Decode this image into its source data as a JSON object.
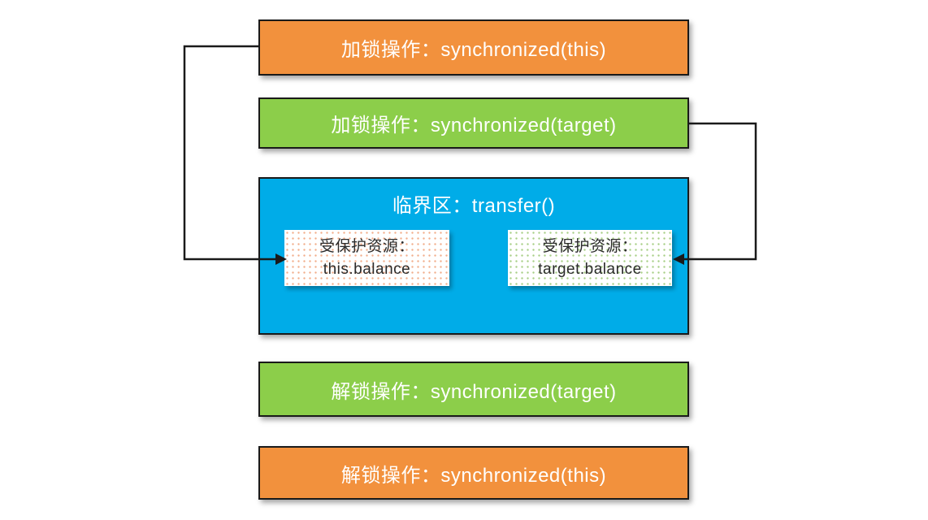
{
  "colors": {
    "orange": "#F2913D",
    "green": "#8CCE4A",
    "blue": "#00ACE8",
    "line": "#1A1A1A",
    "box_text": "#FFFFFF",
    "resource_text": "#2B2B2B",
    "resource_dot_left": "#F2AE8C",
    "resource_dot_right": "#A8CF86",
    "background": "#FFFFFF"
  },
  "boxes": {
    "lock_this": {
      "label": "加锁操作：synchronized(this)"
    },
    "lock_target": {
      "label": "加锁操作：synchronized(target)"
    },
    "critical": {
      "title": "临界区：transfer()"
    },
    "resource_this": {
      "line1": "受保护资源：",
      "line2": "this.balance"
    },
    "resource_target": {
      "line1": "受保护资源：",
      "line2": "target.balance"
    },
    "unlock_target": {
      "label": "解锁操作：synchronized(target)"
    },
    "unlock_this": {
      "label": "解锁操作：synchronized(this)"
    }
  },
  "connectors": [
    {
      "from": "lock_this",
      "to": "resource_this",
      "route": "left-down-right-arrow"
    },
    {
      "from": "lock_target",
      "to": "resource_target",
      "route": "right-down-left-arrow"
    }
  ]
}
